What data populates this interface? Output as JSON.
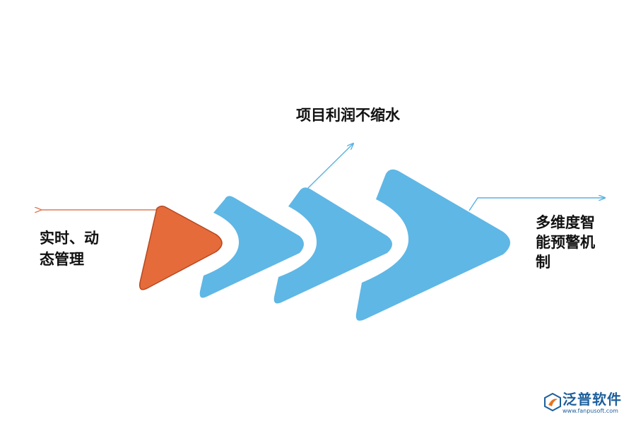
{
  "labels": {
    "left_line1": "实时、动",
    "left_line2": "态管理",
    "top": "项目利润不缩水",
    "right_line1": "多维度智",
    "right_line2": "能预警机",
    "right_line3": "制"
  },
  "logo": {
    "brand": "泛普软件",
    "url": "www.fanpusoft.com"
  },
  "colors": {
    "orange": "#e56c3a",
    "orange_stroke": "#b8471f",
    "blue": "#5fb7e5",
    "arrow_orange": "#e07a55",
    "arrow_blue": "#58b2e2",
    "logo_blue": "#1d5f9c",
    "logo_orange": "#e8741e"
  }
}
